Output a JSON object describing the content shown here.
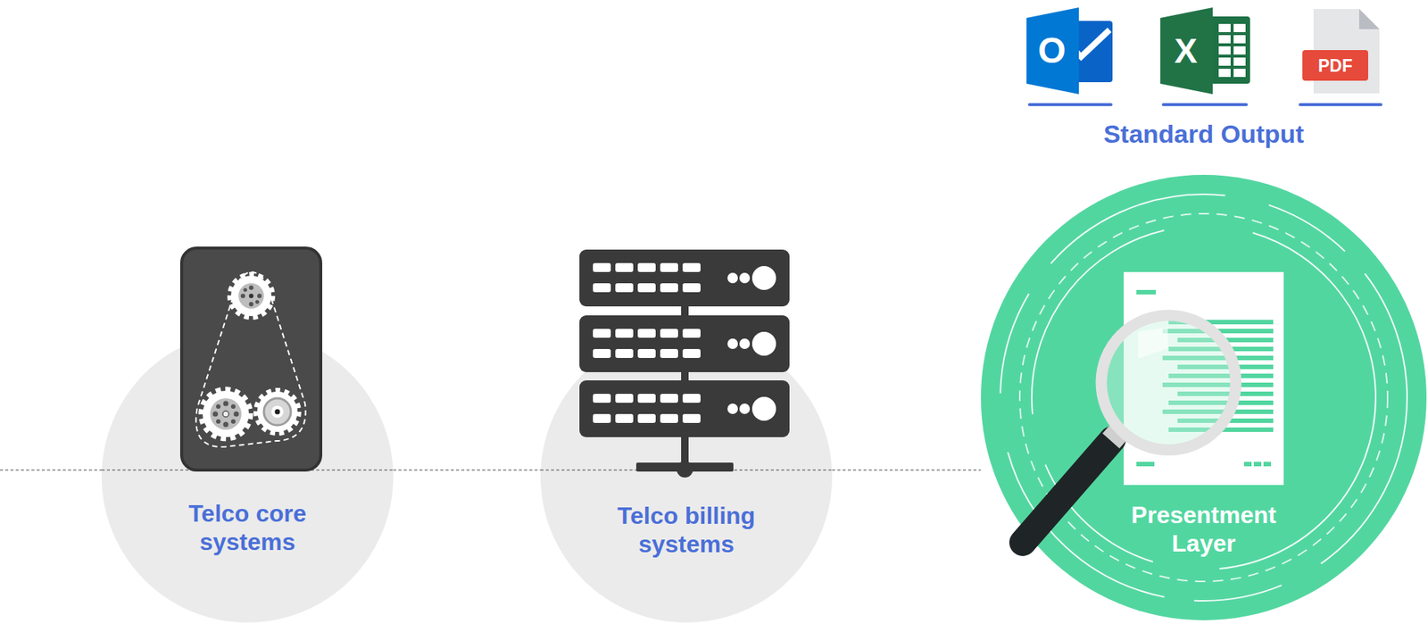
{
  "diagram": {
    "nodes": [
      {
        "text": [
          "Telco core systems"
        ]
      },
      {
        "text": [
          "Telco billing systems"
        ]
      },
      {
        "text": [
          "Presentment Layer"
        ]
      }
    ],
    "edges": [
      {
        "from": 0,
        "to": 1,
        "arrow": "none"
      },
      {
        "from": 1,
        "to": 2,
        "arrow": "none"
      }
    ],
    "labels": [
      "Standard Output",
      "O",
      "X",
      "PDF"
    ]
  }
}
